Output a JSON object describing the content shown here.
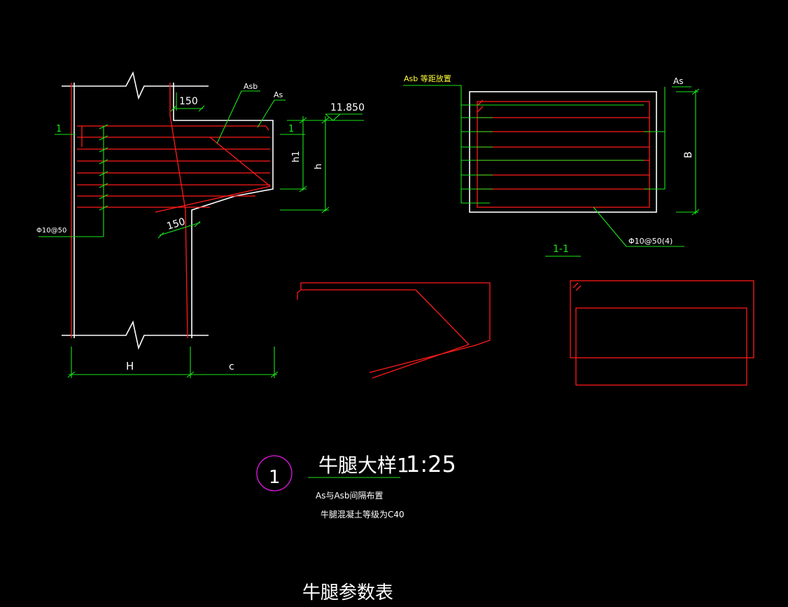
{
  "colors": {
    "background": "#000000",
    "outline": "#ffffff",
    "rebar": "#ff1a1a",
    "dimension": "#19e619",
    "note": "#ffff33",
    "bubble": "#e619e6"
  },
  "elevation_view": {
    "dim_150_top": "150",
    "dim_150_bottom": "150",
    "label_asb": "Asb",
    "label_as": "As",
    "elevation": "11.850",
    "section_mark": "1",
    "section_mark_right": "1",
    "dim_h1": "h1",
    "dim_h": "h",
    "dim_H": "H",
    "dim_c": "c",
    "stirrup_label": "Φ10@50"
  },
  "section_view": {
    "label_asb_note": "Asb 等距放置",
    "label_as": "As",
    "dim_B": "B",
    "stirrup_label": "Φ10@50(4)",
    "section_title": "1-1"
  },
  "title_block": {
    "index": "1",
    "title": "牛腿大样1",
    "scale": "1:25",
    "note_1": "As与Asb间隔布置",
    "note_2": "牛腿混凝土等级为C40"
  },
  "table_title": "牛腿参数表"
}
